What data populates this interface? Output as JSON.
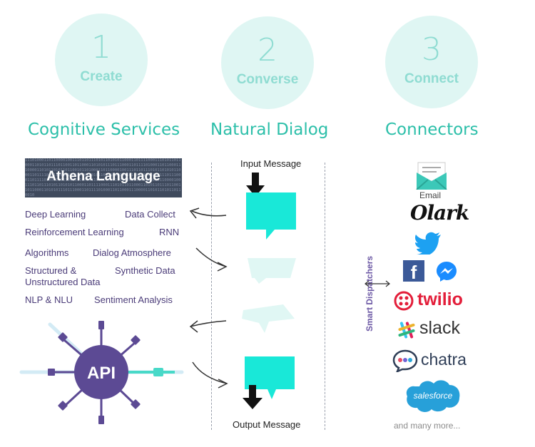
{
  "steps": [
    {
      "number": "1",
      "word": "Create"
    },
    {
      "number": "2",
      "word": "Converse"
    },
    {
      "number": "3",
      "word": "Connect"
    }
  ],
  "sections": {
    "cognitive": "Cognitive Services",
    "dialog": "Natural Dialog",
    "connectors": "Connectors"
  },
  "athena": {
    "label": "Athena Language",
    "bits": "1110100011011000010011101101110101101010110001101111000111010110110001101011011101100110110001101010111011100011011110100011011000111000011010110101101100101101000110110000100111011011101011010101100011011110001110101101100011010110111011001101100011010101110111000110111101000110110001110000110101101011011001011010001101100001001110110111010110101011000110111100011101011011000110101101110110011011000110101011101110001101111010001101100011100001101011010110110010"
  },
  "skills": {
    "deep_learning": "Deep Learning",
    "data_collect": "Data Collect",
    "reinforcement": "Reinforcement Learning",
    "rnn": "RNN",
    "algorithms": "Algorithms",
    "dialog_atmosphere": "Dialog Atmosphere",
    "structured_1": "Structured &",
    "structured_2": "Unstructured Data",
    "synthetic": "Synthetic Data",
    "nlp": "NLP & NLU",
    "sentiment": "Sentiment Analysis"
  },
  "api": {
    "label": "API"
  },
  "dialog": {
    "input": "Input Message",
    "output": "Output Message"
  },
  "dispatchers": "Smart Dispatchers",
  "connectors": {
    "email": "Email",
    "olark": "Olark",
    "twilio": "twilio",
    "slack": "slack",
    "chatra": "chatra",
    "salesforce": "salesforce",
    "facebook_glyph": "f",
    "more": "and many more..."
  },
  "colors": {
    "teal": "#2cbfa9",
    "bubble": "#19e8d8",
    "purple": "#5c4a94",
    "twilio_red": "#e31e3a",
    "salesforce_blue": "#27a0d9"
  }
}
